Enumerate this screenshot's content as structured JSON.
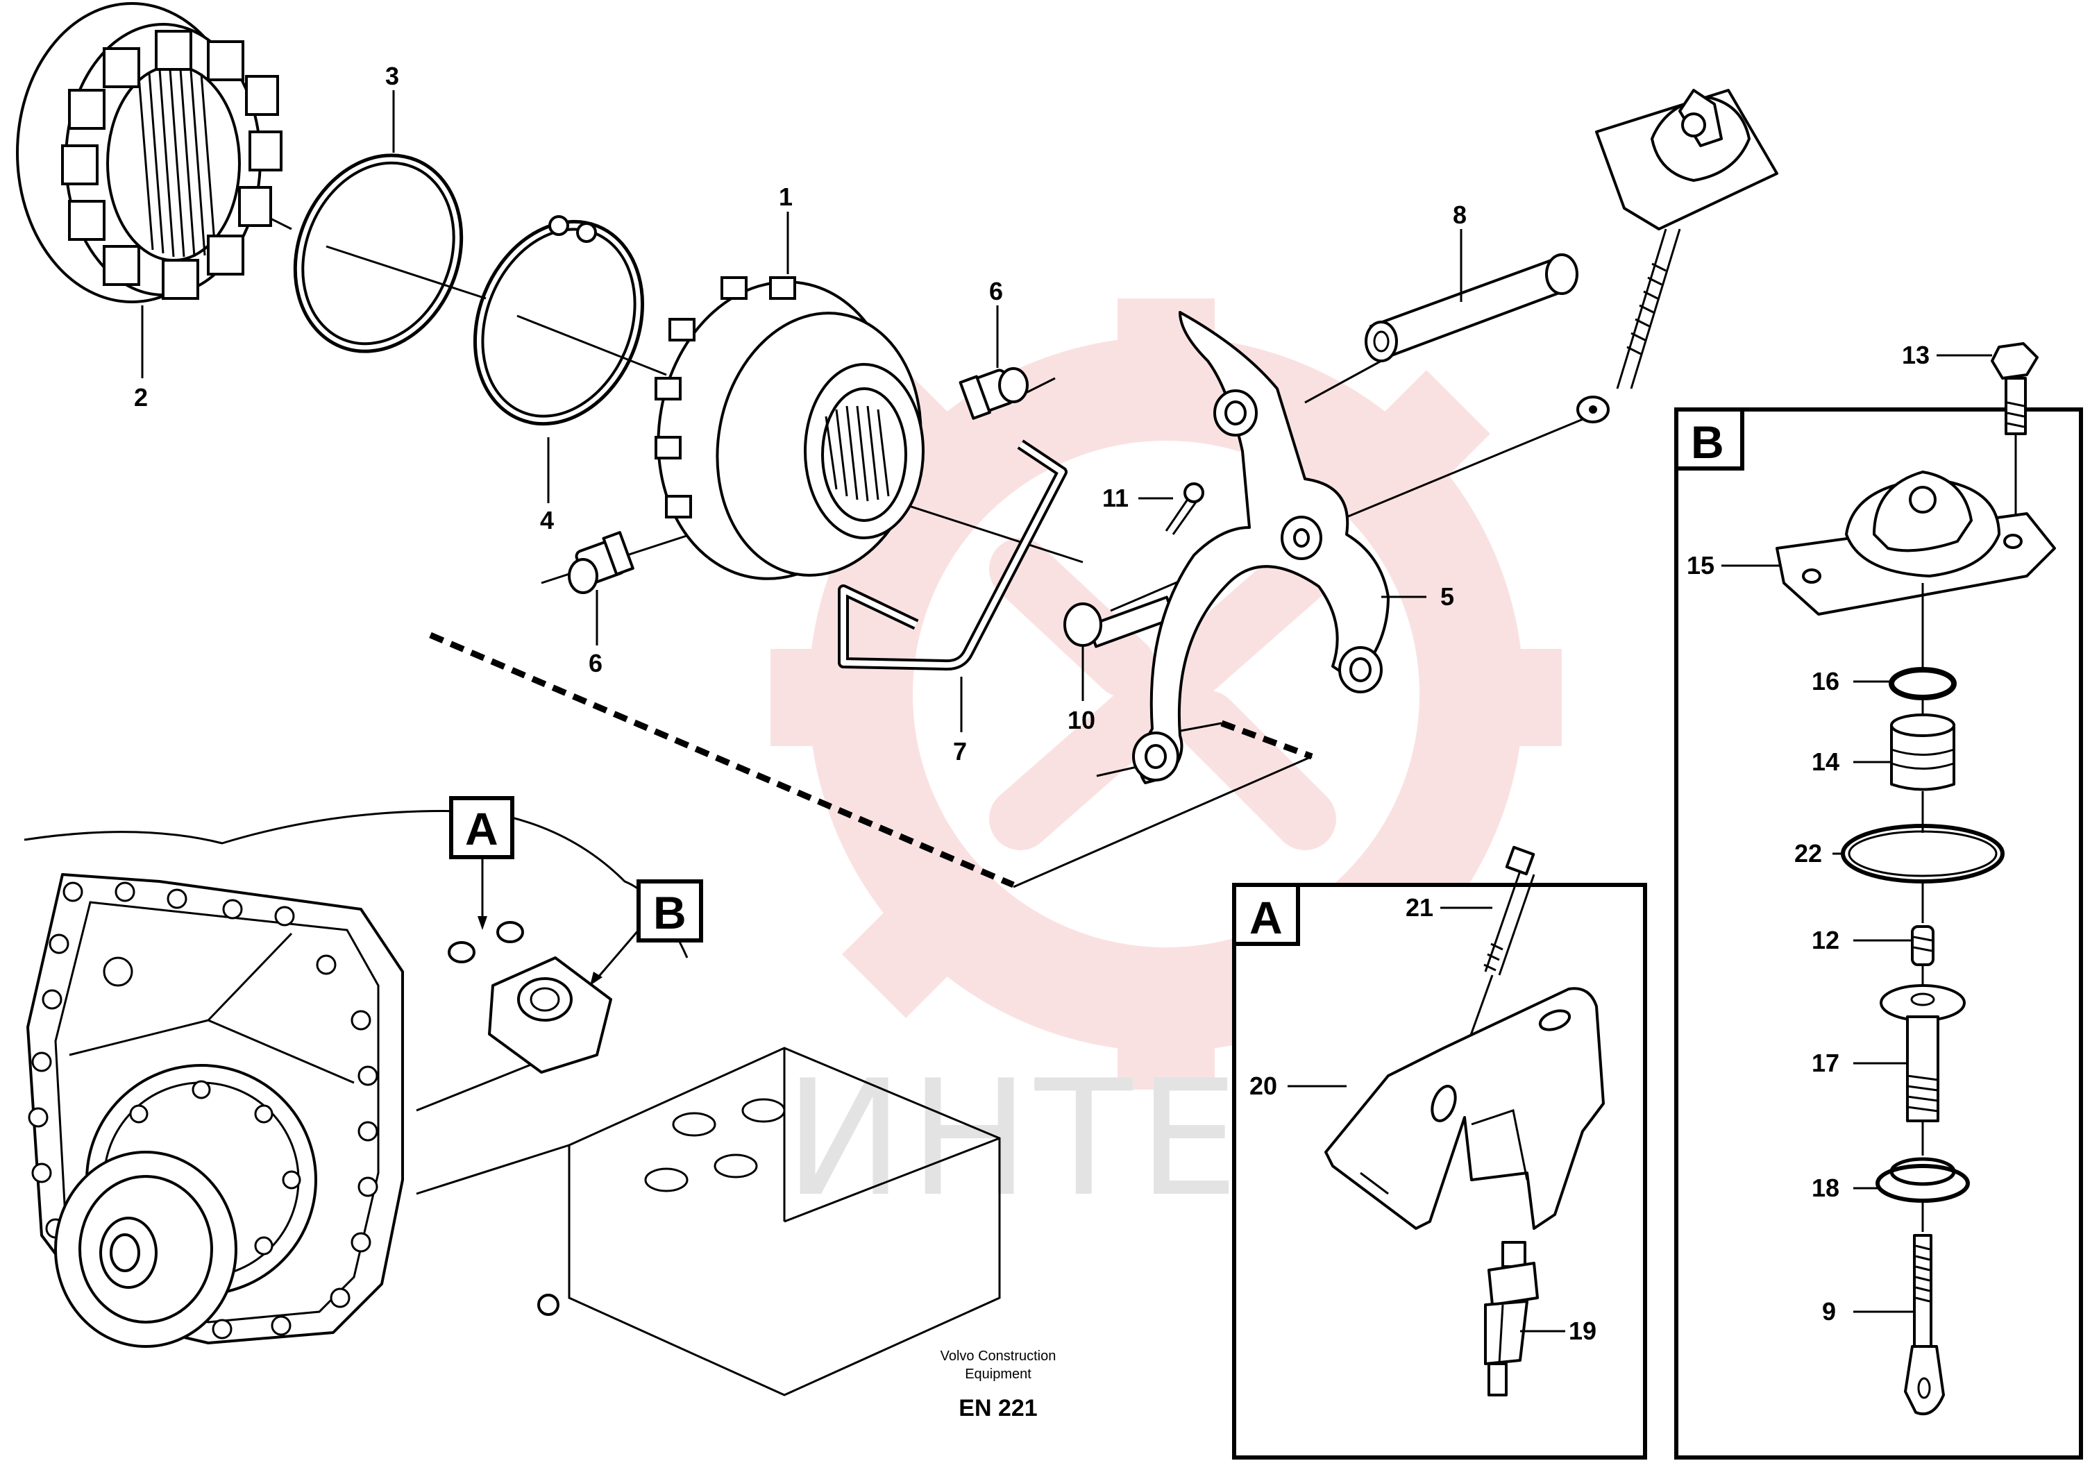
{
  "watermark": {
    "text": "ИНТЕХ",
    "color": "#e3e3e3",
    "logo_color": "#f6c9c9"
  },
  "callouts": [
    {
      "id": "c1",
      "label": "1"
    },
    {
      "id": "c2",
      "label": "2"
    },
    {
      "id": "c3",
      "label": "3"
    },
    {
      "id": "c4",
      "label": "4"
    },
    {
      "id": "c5",
      "label": "5"
    },
    {
      "id": "c6a",
      "label": "6"
    },
    {
      "id": "c6b",
      "label": "6"
    },
    {
      "id": "c7",
      "label": "7"
    },
    {
      "id": "c8",
      "label": "8"
    },
    {
      "id": "c9",
      "label": "9"
    },
    {
      "id": "c10",
      "label": "10"
    },
    {
      "id": "c11",
      "label": "11"
    },
    {
      "id": "c12",
      "label": "12"
    },
    {
      "id": "c13",
      "label": "13"
    },
    {
      "id": "c14",
      "label": "14"
    },
    {
      "id": "c15",
      "label": "15"
    },
    {
      "id": "c16",
      "label": "16"
    },
    {
      "id": "c17",
      "label": "17"
    },
    {
      "id": "c18",
      "label": "18"
    },
    {
      "id": "c19",
      "label": "19"
    },
    {
      "id": "c20",
      "label": "20"
    },
    {
      "id": "c21",
      "label": "21"
    },
    {
      "id": "c22",
      "label": "22"
    }
  ],
  "detail_markers": {
    "A": "A",
    "B": "B"
  },
  "footer": {
    "line1": "Volvo Construction",
    "line2": "Equipment",
    "code": "EN 221"
  }
}
